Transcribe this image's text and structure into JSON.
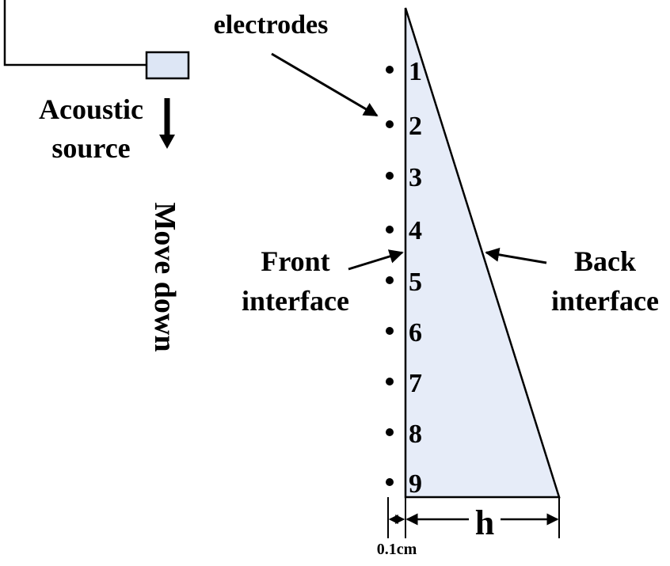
{
  "colors": {
    "wedge_fill": "#e6ecf8",
    "source_fill": "#dde6f5",
    "stroke": "#000000",
    "background": "#ffffff"
  },
  "labels": {
    "electrodes": "electrodes",
    "acoustic": "Acoustic",
    "source": "source",
    "move_down": "Move down",
    "front_1": "Front",
    "front_2": "interface",
    "back_1": "Back",
    "back_2": "interface",
    "h": "h",
    "thickness": "0.1cm"
  },
  "electrode_numbers": [
    "1",
    "2",
    "3",
    "4",
    "5",
    "6",
    "7",
    "8",
    "9"
  ]
}
